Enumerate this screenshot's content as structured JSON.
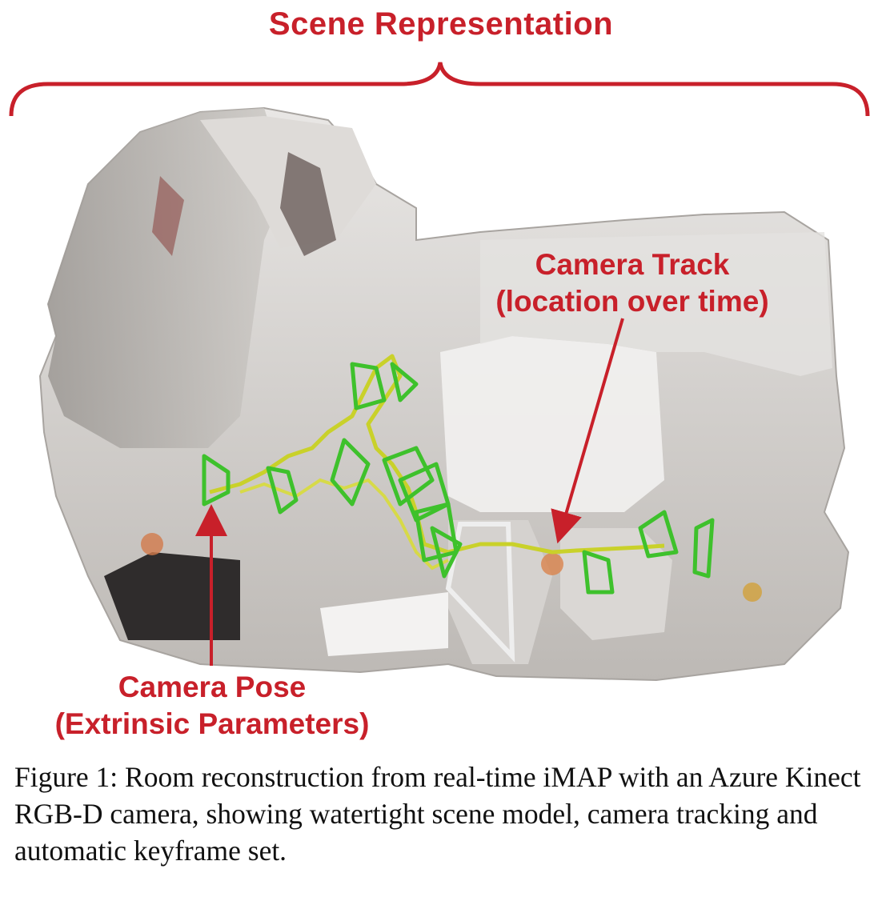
{
  "figure": {
    "brace_label": "Scene Representation",
    "callouts": {
      "camera_track": [
        "Camera Track",
        "(location over time)"
      ],
      "camera_pose": [
        "Camera Pose",
        "(Extrinsic Parameters)"
      ]
    },
    "colors": {
      "label_red": "#c8202a",
      "keyframe_green": "#3ec12c",
      "track_yellow": "#c9d12a",
      "scene_grey": "#c9c6c3"
    }
  },
  "caption": {
    "text": "Figure 1: Room reconstruction from real-time iMAP with an Azure Kinect RGB-D camera, showing watertight scene model, camera tracking and automatic keyframe set."
  }
}
